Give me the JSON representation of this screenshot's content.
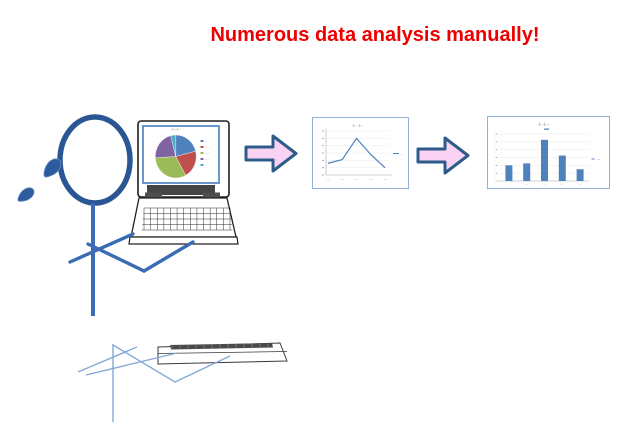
{
  "header": {
    "title": "Numerous data analysis manually!",
    "color": "#EE0000"
  },
  "illustration": {
    "person": {
      "head_stroke_color": "#2A5793",
      "limb_color": "#3A6CB5",
      "sweat_drop_color": "#2E5B9D",
      "ghost_color": "#85A9D8"
    },
    "laptop": {
      "lid_stroke": "#1F1F1F",
      "screen_border": "#5B8BC8"
    }
  },
  "arrows": {
    "fill": "#FAD2F4",
    "stroke": "#2E5C8A"
  },
  "chart_data": [
    {
      "type": "pie",
      "location": "laptop-screen",
      "title": "·l·-·l·-",
      "legend_position": "right",
      "slices": [
        {
          "label": "·-··",
          "value": 21,
          "color": "#4F81BD"
        },
        {
          "label": "·-·-",
          "value": 21,
          "color": "#C0504D"
        },
        {
          "label": "·-··",
          "value": 32,
          "color": "#9BBB59"
        },
        {
          "label": "·-·-",
          "value": 22,
          "color": "#8064A2"
        },
        {
          "label": "·-·",
          "value": 4,
          "color": "#4BACC6"
        }
      ]
    },
    {
      "type": "line",
      "location": "middle-panel",
      "title": "·l·-··l·-",
      "x": [
        "·-·",
        "·-··",
        "·-··",
        "·-··",
        "·-··"
      ],
      "values": [
        1.6,
        2.1,
        5.0,
        2.8,
        1.0
      ],
      "ylim": [
        0,
        6
      ],
      "grid": true,
      "line_color": "#4F81BD",
      "legend": "·-·",
      "legend_position": "right"
    },
    {
      "type": "bar",
      "location": "right-panel",
      "title": "·l·-·l·-··",
      "categories": [
        "·-",
        "·-··",
        "·-··",
        "·-··",
        "·-··"
      ],
      "values": [
        4,
        4.5,
        10.5,
        6.5,
        3
      ],
      "ylim": [
        0,
        12
      ],
      "grid": true,
      "bar_color": "#4F81BD",
      "legend": "·—",
      "legend_position": "right"
    }
  ]
}
